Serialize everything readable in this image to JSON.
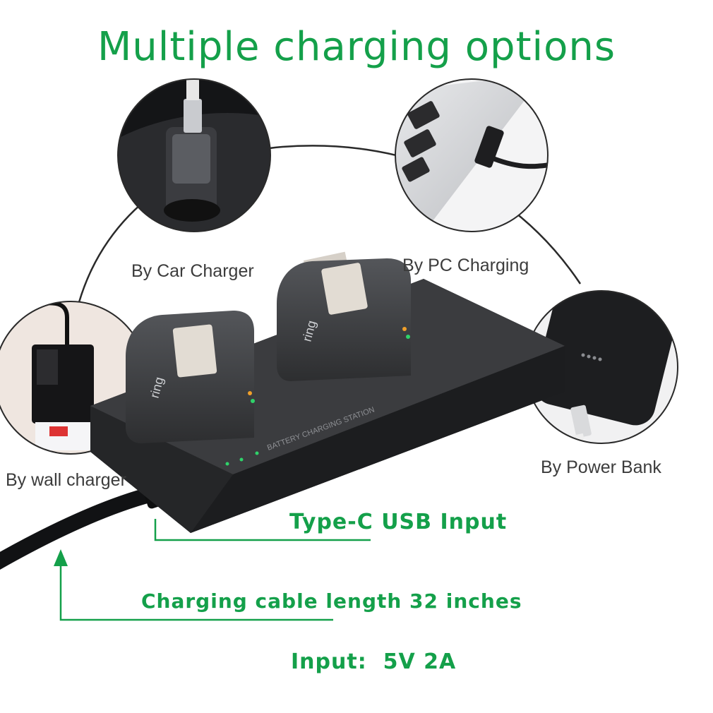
{
  "title": "Multiple charging options",
  "options": {
    "car": "By Car Charger",
    "pc": "By PC Charging",
    "wall": "By wall charger",
    "powerbank": "By Power Bank"
  },
  "battery_brand": "ring",
  "station_text": "BATTERY CHARGING STATION",
  "callouts": {
    "type_c": "Type-C USB Input",
    "cable": "Charging cable length 32 inches",
    "input": "Input:  5V 2A"
  },
  "colors": {
    "accent": "#14a04a",
    "label": "#3c3c3c",
    "device": "#2e2f31"
  }
}
